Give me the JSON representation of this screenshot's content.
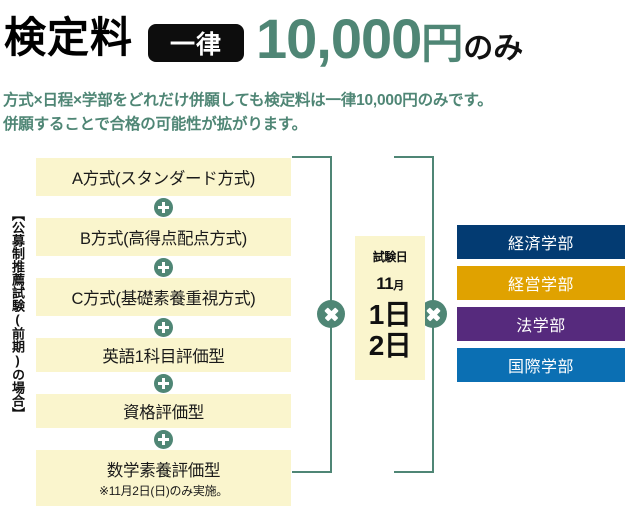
{
  "header": {
    "title": "検定料",
    "badge": "一律",
    "price_amount": "10,000",
    "price_currency": "円",
    "price_suffix": "のみ",
    "desc_line_1": "方式×日程×学部をどれだけ併願しても検定料は一律10,000円のみです。",
    "desc_line_2": "併願することで合格の可能性が拡がります。",
    "accent_green": "#4f8675",
    "badge_bg": "#0d0d0d"
  },
  "diagram": {
    "vertical_caption": "【公募制推薦試験(前期)の場合】",
    "pale_yellow": "#faf5cd",
    "methods": [
      {
        "main": "A方式(スタンダード方式)",
        "note": ""
      },
      {
        "main": "B方式(高得点配点方式)",
        "note": ""
      },
      {
        "main": "C方式(基礎素養重視方式)",
        "note": ""
      },
      {
        "main": "英語1科目評価型",
        "note": ""
      },
      {
        "main": "資格評価型",
        "note": ""
      },
      {
        "main": "数学素養評価型",
        "note": "※11月2日(日)のみ実施。"
      }
    ],
    "plus_symbol": "+",
    "multiply_symbol": "×",
    "exam_date": {
      "label": "試験日",
      "month": "11",
      "month_suffix": "月",
      "day_1": "1日",
      "day_2": "2日"
    },
    "faculties": [
      {
        "label": "経済学部",
        "color": "#033b72"
      },
      {
        "label": "経営学部",
        "color": "#e0a200"
      },
      {
        "label": "法学部",
        "color": "#562a7d"
      },
      {
        "label": "国際学部",
        "color": "#0b6fb3"
      }
    ]
  }
}
